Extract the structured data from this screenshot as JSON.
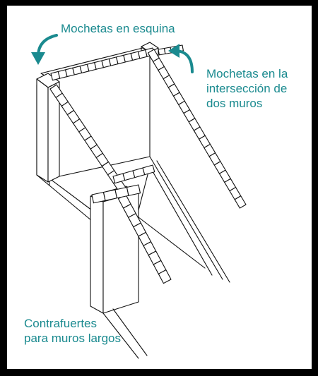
{
  "labels": {
    "corner": "Mochetas en esquina",
    "intersection": [
      "Mochetas en la",
      "intersección de",
      "dos muros"
    ],
    "buttress": [
      "Contrafuertes",
      "para muros largos"
    ]
  },
  "colors": {
    "label_text": "#1a8a8f",
    "arrow": "#1a8a8f",
    "linework": "#111111",
    "border": "#000000",
    "background": "#ffffff"
  }
}
